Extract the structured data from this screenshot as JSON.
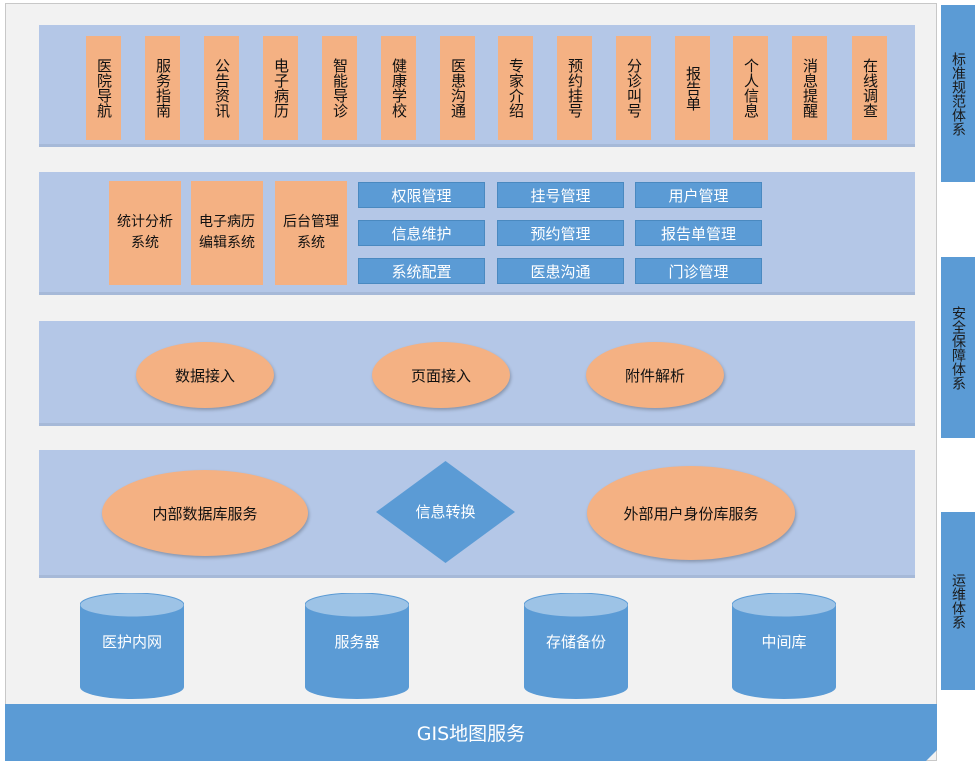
{
  "top_layer": {
    "items": [
      "医院导航",
      "服务指南",
      "公告资讯",
      "电子病历",
      "智能导诊",
      "健康学校",
      "医患沟通",
      "专家介绍",
      "预约挂号",
      "分诊叫号",
      "报告单",
      "个人信息",
      "消息提醒",
      "在线调查"
    ]
  },
  "mgmt_layer": {
    "systems": [
      "统计分析系统",
      "电子病历编辑系统",
      "后台管理系统"
    ],
    "modules": [
      "权限管理",
      "挂号管理",
      "用户管理",
      "信息维护",
      "预约管理",
      "报告单管理",
      "系统配置",
      "医患沟通",
      "门诊管理"
    ]
  },
  "access_layer": {
    "items": [
      "数据接入",
      "页面接入",
      "附件解析"
    ]
  },
  "service_layer": {
    "internal_db": "内部数据库服务",
    "convert": "信息转换",
    "external_db": "外部用户身份库服务"
  },
  "infra_layer": {
    "items": [
      "医护内网",
      "服务器",
      "存储备份",
      "中间库"
    ]
  },
  "base": {
    "label": "GIS地图服务"
  },
  "side_panels": [
    "标准规范体系",
    "安全保障体系",
    "运维体系"
  ],
  "colors": {
    "layer_bg": "#b4c7e7",
    "orange": "#f4b183",
    "blue": "#5b9bd5",
    "frame": "#f2f2f2"
  }
}
